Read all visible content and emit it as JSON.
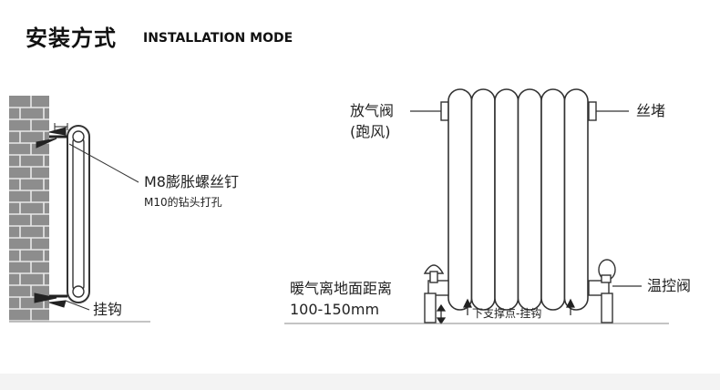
{
  "title": "安装方式",
  "subtitle": "INSTALLATION MODE",
  "left_labels": {
    "screw_main": "M8膨胀螺丝钉",
    "screw_sub": "M10的钻头打孔",
    "hook": "挂钩"
  },
  "right_labels": {
    "vent_valve_line1": "放气阀",
    "vent_valve_line2": "(跑风)",
    "plug": "丝堵",
    "floor_distance_line1": "暖气离地面距离",
    "floor_distance_line2": "100-150mm",
    "support_point": "下支撑点-挂钩",
    "thermostatic_valve": "温控阀"
  }
}
